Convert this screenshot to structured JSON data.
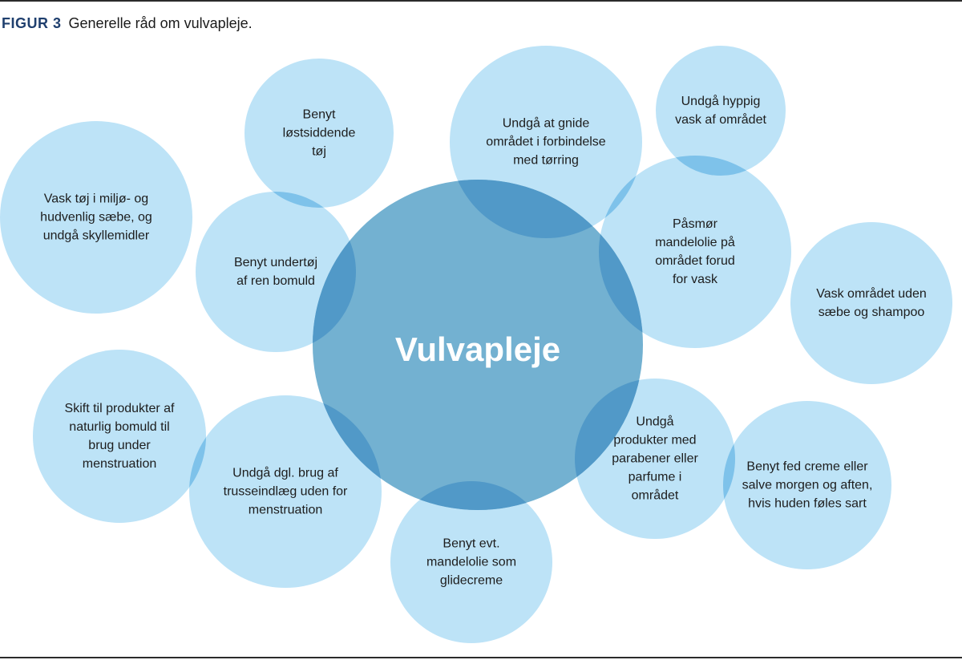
{
  "caption": {
    "label": "FIGUR 3",
    "text": "Generelle råd om vulvapleje."
  },
  "center": {
    "label": "Vulvapleje"
  },
  "colors": {
    "bubble": "#bde3f7",
    "bubble_overlap": "#7ec2ea",
    "center": "#73b1d1",
    "center_overlap": "#5199c8",
    "caption_label": "#1f3f6e"
  },
  "bubbles": [
    {
      "id": "loese-toej",
      "lines": [
        "Benyt",
        "løstsiddende",
        "tøj"
      ]
    },
    {
      "id": "gnide",
      "lines": [
        "Undgå at gnide",
        "området i forbindelse",
        "med tørring"
      ]
    },
    {
      "id": "hyppig-vask",
      "lines": [
        "Undgå hyppig",
        "vask af området"
      ]
    },
    {
      "id": "vask-toej",
      "lines": [
        "Vask tøj i miljø- og",
        "hudvenlig sæbe, og",
        "undgå skyllemidler"
      ]
    },
    {
      "id": "undertoej",
      "lines": [
        "Benyt undertøj",
        "af ren bomuld"
      ]
    },
    {
      "id": "mandelolie-vask",
      "lines": [
        "Påsmør",
        "mandelolie på",
        "området forud",
        "for vask"
      ]
    },
    {
      "id": "uden-saebe",
      "lines": [
        "Vask området uden",
        "sæbe og shampoo"
      ]
    },
    {
      "id": "naturlig-bomuld",
      "lines": [
        "Skift til produkter af",
        "naturlig bomuld til",
        "brug under",
        "menstruation"
      ]
    },
    {
      "id": "trusseindlaeg",
      "lines": [
        "Undgå dgl. brug af",
        "trusseindlæg uden for",
        "menstruation"
      ]
    },
    {
      "id": "glidecreme",
      "lines": [
        "Benyt evt.",
        "mandelolie som",
        "glidecreme"
      ]
    },
    {
      "id": "parabener",
      "lines": [
        "Undgå",
        "produkter med",
        "parabener eller",
        "parfume i",
        "området"
      ]
    },
    {
      "id": "fed-creme",
      "lines": [
        "Benyt fed creme eller",
        "salve morgen og aften,",
        "hvis huden føles sart"
      ]
    }
  ]
}
